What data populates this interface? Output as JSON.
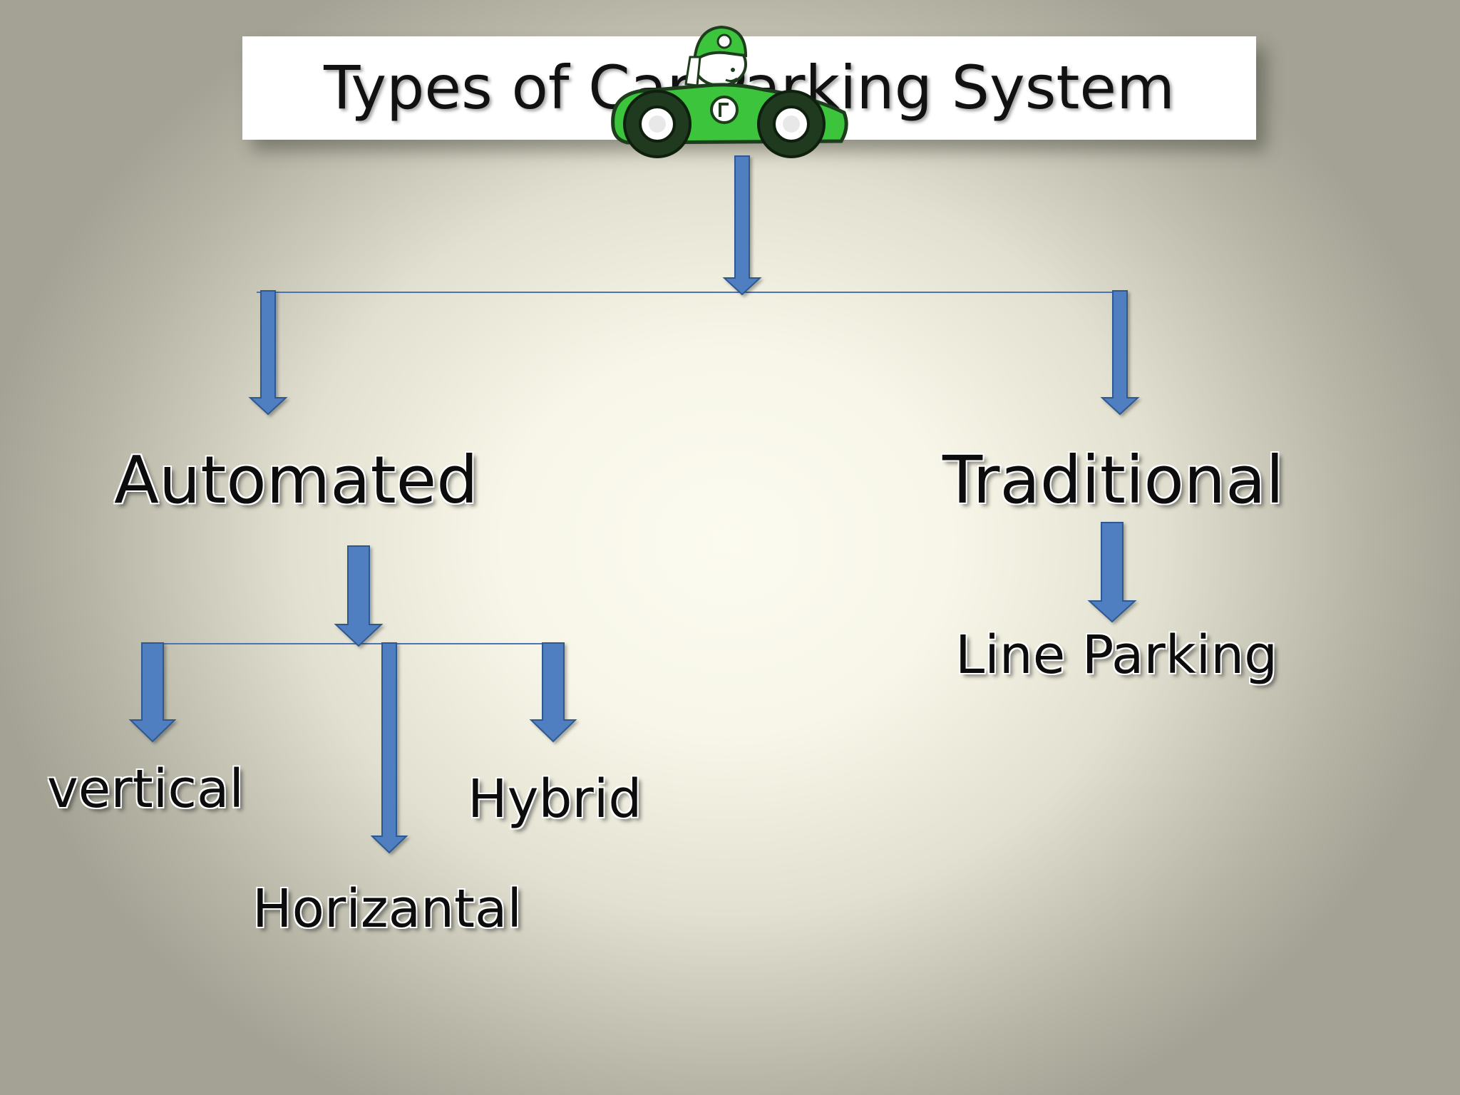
{
  "title": "Types of Car Parking System",
  "nodes": {
    "automated": "Automated",
    "traditional": "Traditional",
    "vertical": "vertical",
    "horizontal": "Horizantal",
    "hybrid": "Hybrid",
    "line_parking": "Line Parking"
  },
  "colors": {
    "arrow": "#4f7fc0",
    "arrow_outline": "#2f5890",
    "connector": "#4a74b4",
    "car_body": "#3cc43c",
    "car_outline": "#1d3d1d"
  },
  "icons": {
    "mascot": "race-car-driver-icon"
  }
}
